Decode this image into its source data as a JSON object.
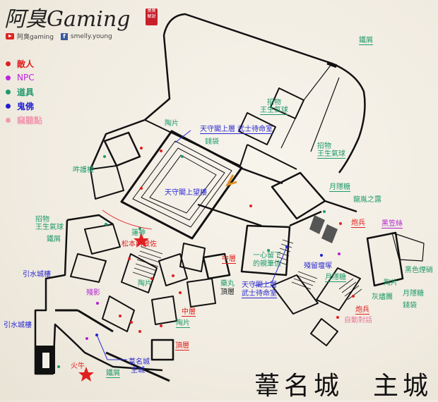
{
  "header": {
    "brand": "阿臭Gaming",
    "seal": "臭臭解說",
    "youtube": "阿臭gaming",
    "facebook": "smelly.young",
    "youtube_icon": "youtube-icon",
    "facebook_icon": "facebook-icon"
  },
  "legend": [
    {
      "label": "敵人",
      "color": "#e02020"
    },
    {
      "label": "NPC",
      "color": "#c020e0"
    },
    {
      "label": "道具",
      "color": "#1e9a6a"
    },
    {
      "label": "鬼佛",
      "color": "#2020d0"
    },
    {
      "label": "竊聽點",
      "color": "#f09ab0"
    }
  ],
  "title": "葦名城　主城",
  "labels": {
    "tieshu_top": "鐵屑",
    "zhaowu1": "招物",
    "wang1": "王生氣球",
    "zhaowu2": "招物",
    "wang2": "王生氣球",
    "taopian1": "陶片",
    "tenshu_upper1": "天守閣上層  武士待命室",
    "qiandai1": "錢袋",
    "tenshu_tower": "天守閣上望樓",
    "hum": "吽護樓",
    "yueyin1": "月隱糖",
    "longyin": "龍胤之露",
    "paobing1": "炮兵",
    "heili": "黑笠絲",
    "canliu": "殘留壇塚",
    "yueyin2": "月隱糖",
    "heise": "黑色煙硝",
    "taopian2": "陶片",
    "yueyin3": "月隱糖",
    "qiandai2": "錢袋",
    "huijin": "灰燼團",
    "paobing2": "炮兵",
    "auto": "自動對話",
    "letter1": "一心留下",
    "letter2": "的親筆信",
    "zhongceng1": "中層",
    "yaowan": "藥丸",
    "dingceng1": "頂層",
    "tenshu_upper2a": "天守閣上層",
    "tenshu_upper2b": "武士待命室",
    "zhongceng2": "中層",
    "taopian3": "陶片",
    "dingceng2": "頂層",
    "taopian4": "陶片",
    "matsumoto": "松本內藏佐",
    "lianshen": "蓮神",
    "zhaowu3": "招物",
    "wang3": "王生氣球",
    "tieshu2": "鐵屑",
    "yinshui1": "引水城樓",
    "yinshui2": "引水城樓",
    "canying": "殘影",
    "huoniu": "火牛",
    "tieshu3": "鐵屑",
    "ashina1": "葦名城",
    "ashina2": "主城"
  }
}
